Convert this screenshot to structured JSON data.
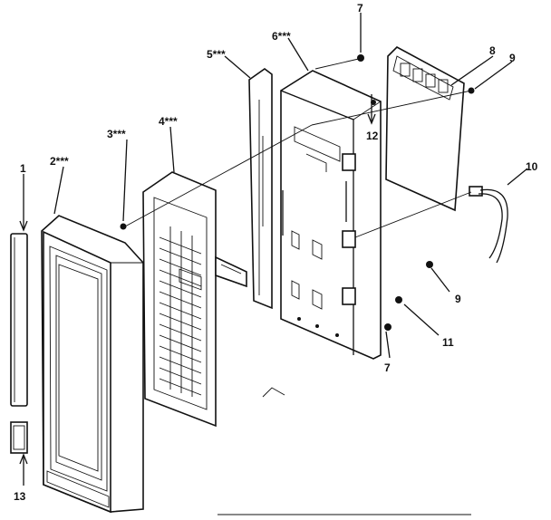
{
  "diagram": {
    "callouts": [
      {
        "id": "c1",
        "text": "1"
      },
      {
        "id": "c2",
        "text": "2***"
      },
      {
        "id": "c3",
        "text": "3***"
      },
      {
        "id": "c4",
        "text": "4***"
      },
      {
        "id": "c5",
        "text": "5***"
      },
      {
        "id": "c6",
        "text": "6***"
      },
      {
        "id": "c7a",
        "text": "7"
      },
      {
        "id": "c8",
        "text": "8"
      },
      {
        "id": "c9a",
        "text": "9"
      },
      {
        "id": "c10",
        "text": "10"
      },
      {
        "id": "c12",
        "text": "12"
      },
      {
        "id": "c9b",
        "text": "9"
      },
      {
        "id": "c11",
        "text": "11"
      },
      {
        "id": "c7b",
        "text": "7"
      },
      {
        "id": "c13",
        "text": "13"
      }
    ],
    "parts": [
      "door-trim-strip",
      "door-frame",
      "control-panel-overlay",
      "panel-gasket",
      "control-housing",
      "circuit-board",
      "wire-harness",
      "small-badge",
      "screws"
    ]
  }
}
